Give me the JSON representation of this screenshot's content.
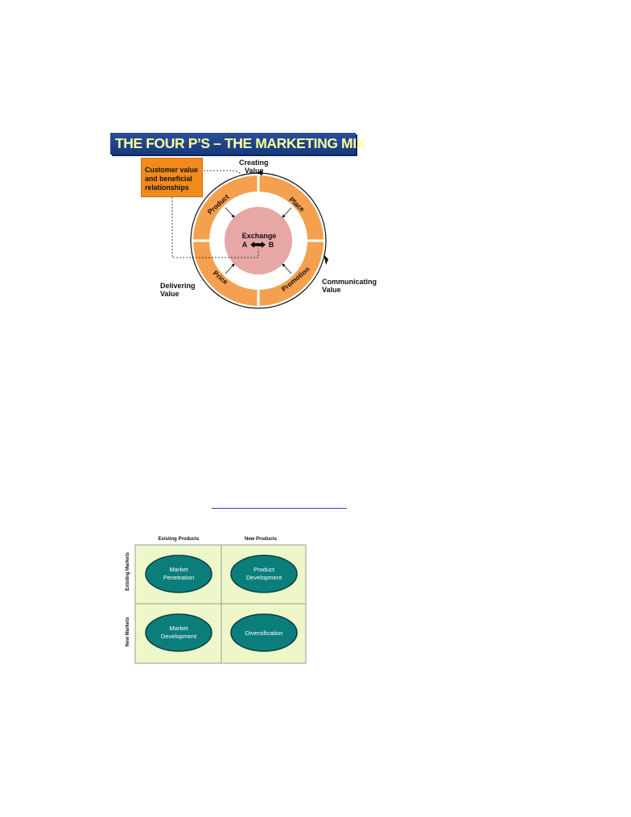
{
  "marketing_mix": {
    "title": "THE FOUR P’S – THE MARKETING MIX",
    "customer_box": [
      "Customer value",
      "and beneficial",
      "relationships"
    ],
    "creating_value": [
      "Creating",
      "Value"
    ],
    "communicating_value": [
      "Communicating",
      "Value"
    ],
    "delivering_value": [
      "Delivering",
      "Value"
    ],
    "segments": {
      "product": "Product",
      "place": "Place",
      "price": "Price",
      "promotion": "Promotion"
    },
    "center": {
      "label": "Exchange",
      "a": "A",
      "b": "B"
    },
    "colors": {
      "orange": "#f5a04e",
      "dark_orange": "#f28a1d",
      "center": "#e6a7a5",
      "banner": "#1e4489",
      "banner_text": "#ffff9a"
    }
  },
  "ansoff": {
    "col_headers": [
      "Existing Products",
      "New Products"
    ],
    "row_headers": [
      "Existing Markets",
      "New Markets"
    ],
    "cells": [
      [
        "Market",
        "Penetration"
      ],
      [
        "Product",
        "Development"
      ],
      [
        "Market",
        "Development"
      ],
      [
        "Diversification"
      ]
    ],
    "colors": {
      "cell_bg": "#eef7c9",
      "ellipse": "#0b7e7c"
    }
  }
}
